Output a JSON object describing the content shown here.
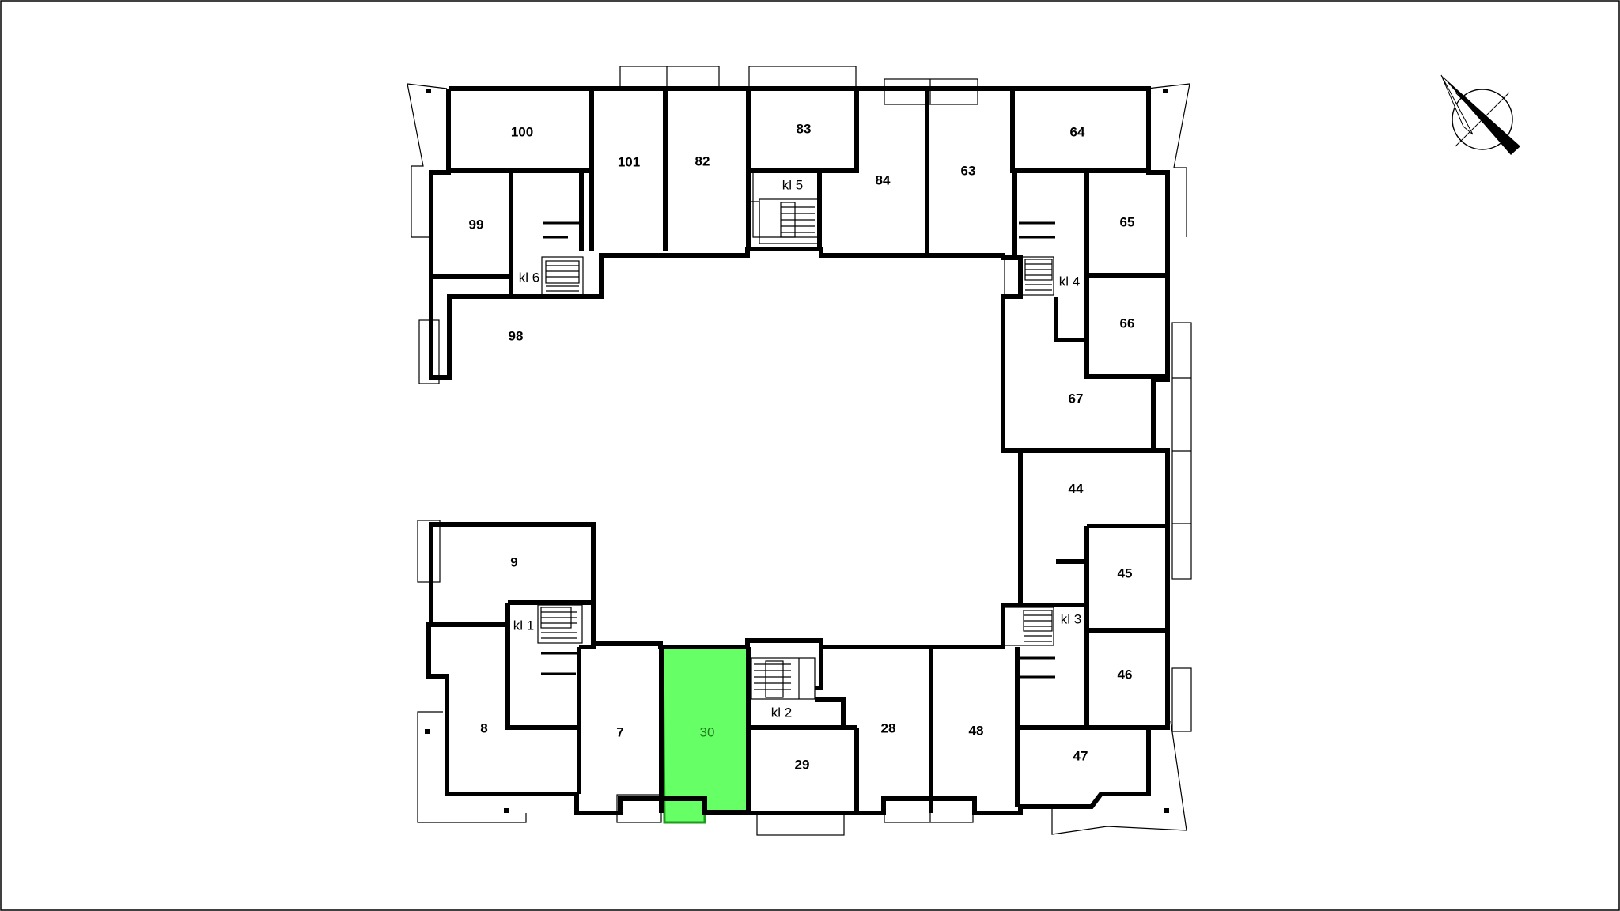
{
  "highlight_color": "#66ff66",
  "units": [
    {
      "id": "100",
      "label": "100",
      "selected": false
    },
    {
      "id": "101",
      "label": "101",
      "selected": false
    },
    {
      "id": "82",
      "label": "82",
      "selected": false
    },
    {
      "id": "83",
      "label": "83",
      "selected": false
    },
    {
      "id": "84",
      "label": "84",
      "selected": false
    },
    {
      "id": "63",
      "label": "63",
      "selected": false
    },
    {
      "id": "64",
      "label": "64",
      "selected": false
    },
    {
      "id": "99",
      "label": "99",
      "selected": false
    },
    {
      "id": "98",
      "label": "98",
      "selected": false
    },
    {
      "id": "65",
      "label": "65",
      "selected": false
    },
    {
      "id": "66",
      "label": "66",
      "selected": false
    },
    {
      "id": "67",
      "label": "67",
      "selected": false
    },
    {
      "id": "44",
      "label": "44",
      "selected": false
    },
    {
      "id": "45",
      "label": "45",
      "selected": false
    },
    {
      "id": "46",
      "label": "46",
      "selected": false
    },
    {
      "id": "47",
      "label": "47",
      "selected": false
    },
    {
      "id": "48",
      "label": "48",
      "selected": false
    },
    {
      "id": "28",
      "label": "28",
      "selected": false
    },
    {
      "id": "29",
      "label": "29",
      "selected": false
    },
    {
      "id": "30",
      "label": "30",
      "selected": true
    },
    {
      "id": "7",
      "label": "7",
      "selected": false
    },
    {
      "id": "8",
      "label": "8",
      "selected": false
    },
    {
      "id": "9",
      "label": "9",
      "selected": false
    }
  ],
  "stairs": [
    {
      "id": "kl1",
      "label": "kl 1"
    },
    {
      "id": "kl2",
      "label": "kl 2"
    },
    {
      "id": "kl3",
      "label": "kl 3"
    },
    {
      "id": "kl4",
      "label": "kl 4"
    },
    {
      "id": "kl5",
      "label": "kl 5"
    },
    {
      "id": "kl6",
      "label": "kl 6"
    }
  ],
  "compass": {
    "icon": "north-arrow-icon"
  }
}
